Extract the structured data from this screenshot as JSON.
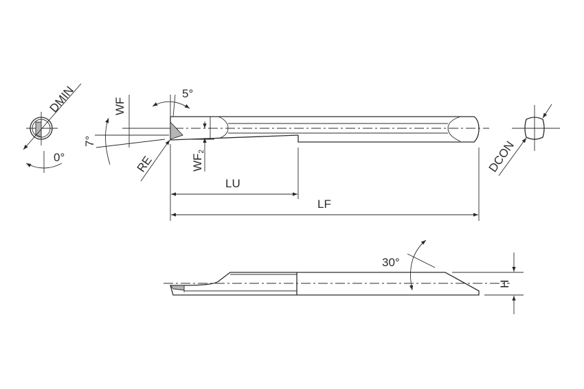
{
  "labels": {
    "dmin": "DMIN",
    "zero_deg": "0°",
    "wf": "WF",
    "five_deg": "5°",
    "seven_deg": "7°",
    "re": "RE",
    "wf2": "WF",
    "wf2_sub": "2",
    "lu": "LU",
    "lf": "LF",
    "dcon": "DCON",
    "thirty_deg": "30°",
    "h": "H"
  },
  "colors": {
    "line": "#2a2a2a",
    "insert": "#b5b5b5"
  }
}
